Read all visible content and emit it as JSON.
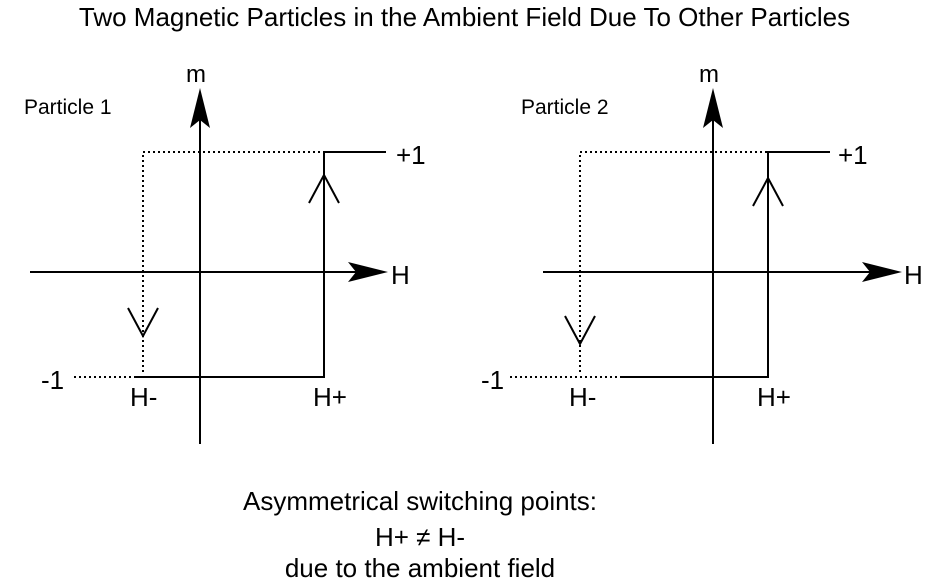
{
  "title": "Two Magnetic Particles in the Ambient Field Due To Other Particles",
  "panels": [
    {
      "label": "Particle 1",
      "y_axis_label": "m",
      "x_axis_label": "H",
      "upper_level_label": "+1",
      "lower_level_label": "-1",
      "switch_neg_label": "H-",
      "switch_pos_label": "H+"
    },
    {
      "label": "Particle 2",
      "y_axis_label": "m",
      "x_axis_label": "H",
      "upper_level_label": "+1",
      "lower_level_label": "-1",
      "switch_neg_label": "H-",
      "switch_pos_label": "H+"
    }
  ],
  "caption": {
    "line1": "Asymmetrical switching points:",
    "line2": "H+ ≠ H-",
    "line3": "due to the ambient field"
  }
}
